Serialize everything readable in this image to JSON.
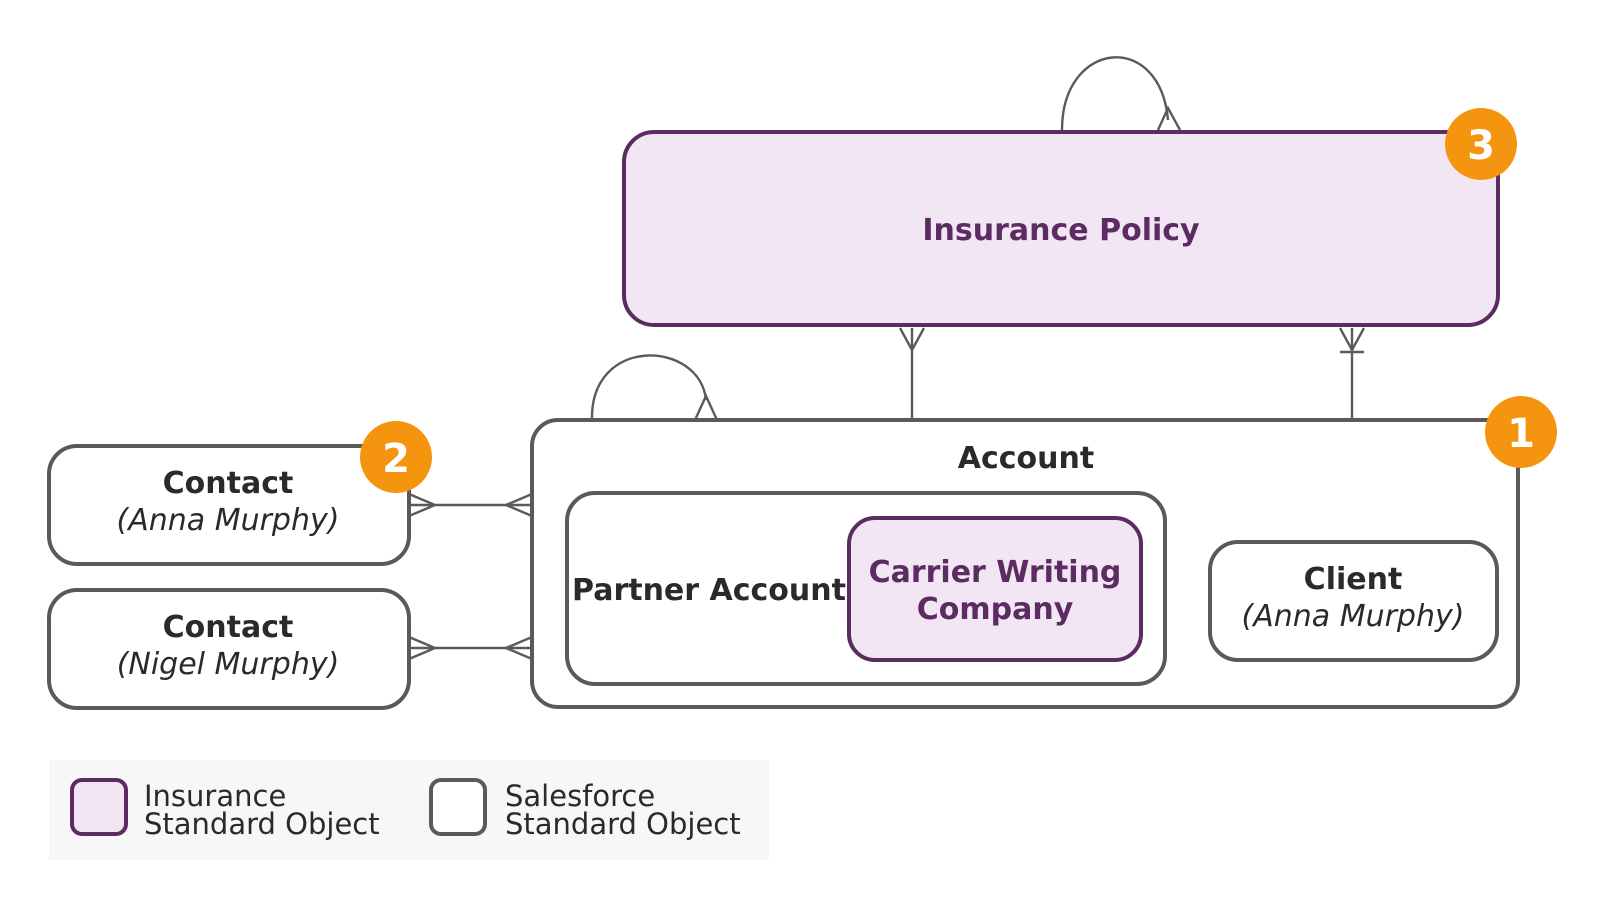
{
  "insurance_policy": {
    "label": "Insurance Policy",
    "badge": "3"
  },
  "account": {
    "label": "Account",
    "badge": "1",
    "partner_account": {
      "label": "Partner Account",
      "carrier": {
        "line1": "Carrier Writing",
        "line2": "Company"
      }
    },
    "client": {
      "name": "Client",
      "person": "(Anna Murphy)"
    }
  },
  "contacts": [
    {
      "name": "Contact",
      "person": "(Anna Murphy)",
      "badge": "2"
    },
    {
      "name": "Contact",
      "person": "(Nigel Murphy)"
    }
  ],
  "legend": {
    "insurance": {
      "line1": "Insurance",
      "line2": "Standard Object"
    },
    "salesforce": {
      "line1": "Salesforce",
      "line2": "Standard Object"
    }
  },
  "colors": {
    "insurance_fill": "#f3e6f4",
    "insurance_stroke": "#5b2b61",
    "standard_stroke": "#5a5a5a",
    "badge": "#f5950f"
  }
}
